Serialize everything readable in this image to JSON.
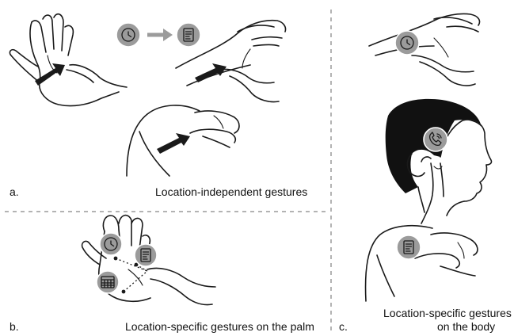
{
  "panels": {
    "a": {
      "letter": "a.",
      "caption": "Location-independent gestures"
    },
    "b": {
      "letter": "b.",
      "caption": "Location-specific gestures on the palm"
    },
    "c": {
      "letter": "c.",
      "caption_line1": "Location-specific gestures",
      "caption_line2": "on the body"
    }
  },
  "icons": [
    "clock-icon",
    "document-icon",
    "calendar-icon",
    "phone-icon"
  ],
  "colors": {
    "badge": "#9b9b9b",
    "ink": "#1a1a1a",
    "divider": "#b3b3b3",
    "hair": "#111111"
  }
}
